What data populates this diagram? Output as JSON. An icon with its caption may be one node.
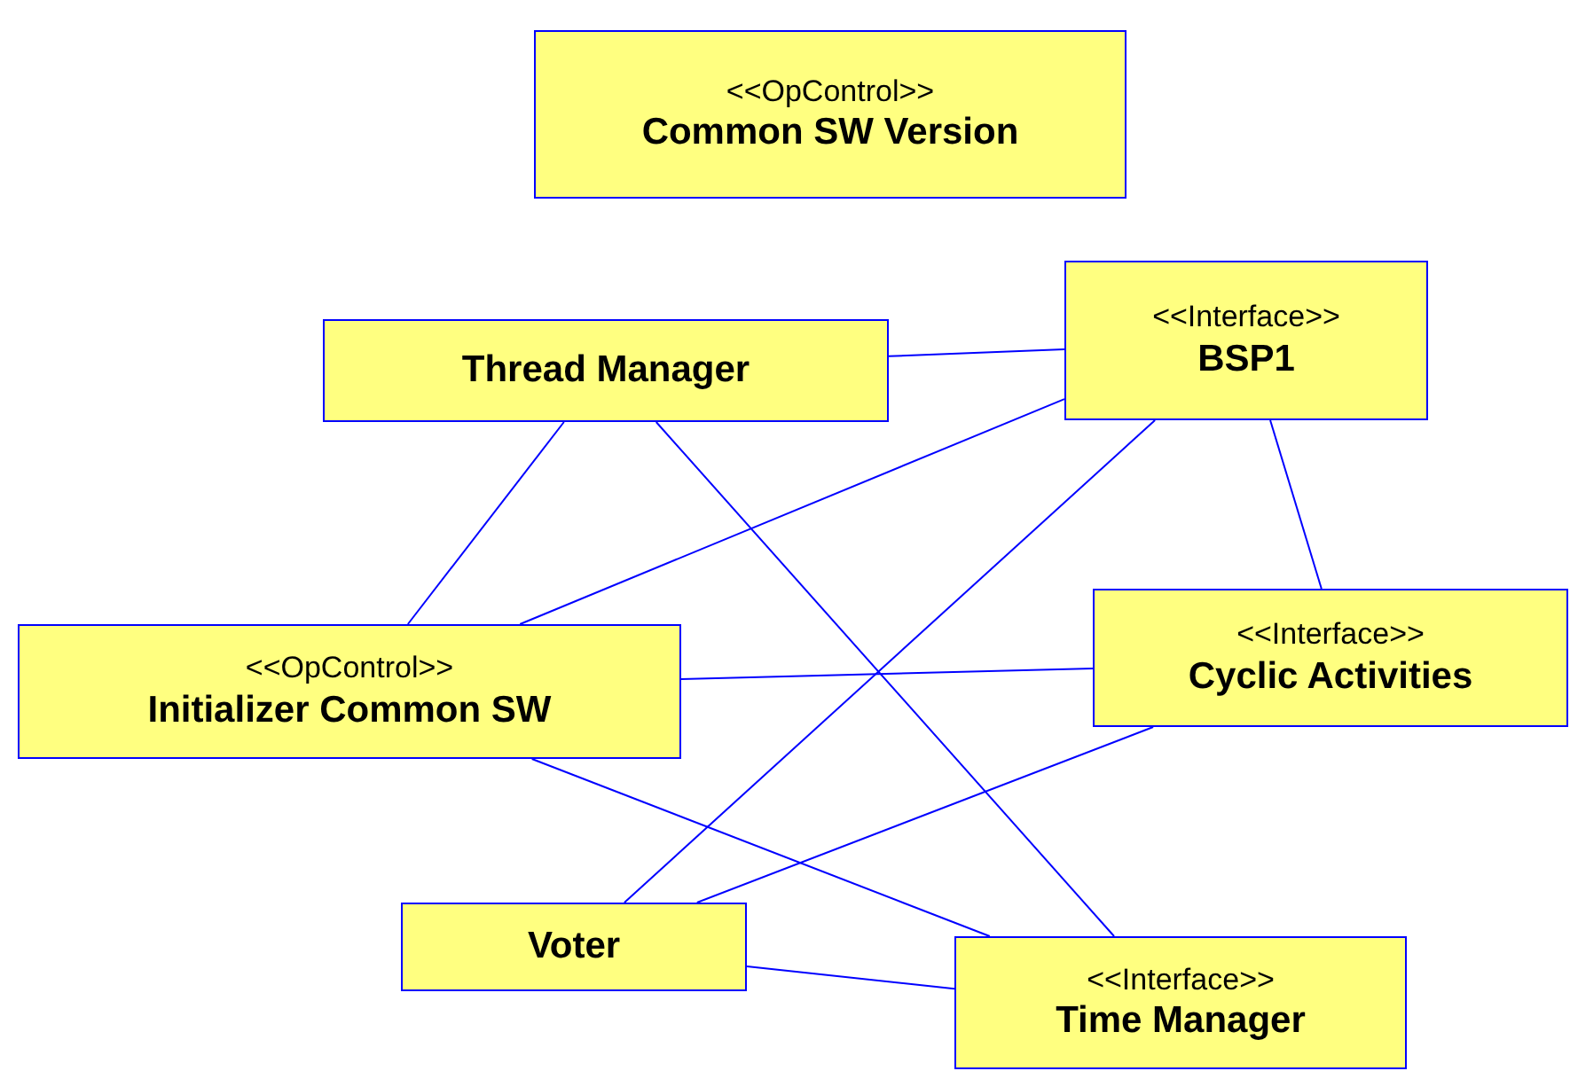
{
  "diagram": {
    "nodes": [
      {
        "text": [
          "<<OpControl>>",
          "Common SW Version"
        ]
      },
      {
        "text": [
          "Thread Manager"
        ]
      },
      {
        "text": [
          "<<Interface>>",
          "BSP1"
        ]
      },
      {
        "text": [
          "<<OpControl>>",
          "Initializer Common SW"
        ]
      },
      {
        "text": [
          "<<Interface>>",
          "Cyclic Activities"
        ]
      },
      {
        "text": [
          "Voter"
        ]
      },
      {
        "text": [
          "<<Interface>>",
          "Time Manager"
        ]
      }
    ],
    "edges": [
      {
        "from": 1,
        "to": 2,
        "arrow": "none"
      },
      {
        "from": 1,
        "to": 3,
        "arrow": "none"
      },
      {
        "from": 1,
        "to": 6,
        "arrow": "none"
      },
      {
        "from": 2,
        "to": 3,
        "arrow": "none"
      },
      {
        "from": 2,
        "to": 4,
        "arrow": "none"
      },
      {
        "from": 2,
        "to": 5,
        "arrow": "none"
      },
      {
        "from": 3,
        "to": 4,
        "arrow": "none"
      },
      {
        "from": 3,
        "to": 6,
        "arrow": "none"
      },
      {
        "from": 4,
        "to": 5,
        "arrow": "none"
      },
      {
        "from": 5,
        "to": 6,
        "arrow": "none"
      }
    ]
  }
}
